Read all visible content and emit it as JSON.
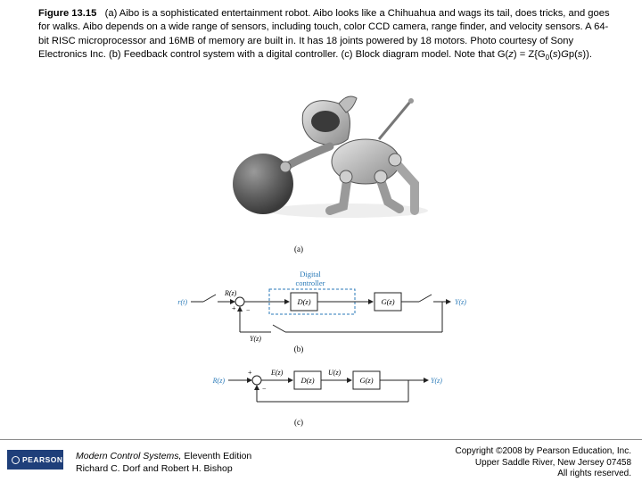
{
  "caption": {
    "figure_label": "Figure 13.15",
    "text": "(a) Aibo is a sophisticated entertainment robot. Aibo looks like a Chihuahua and wags its tail, does tricks, and goes for walks. Aibo depends on a wide range of sensors, including touch, color CCD camera, range finder, and velocity sensors. A 64-bit RISC microprocessor and 16MB of memory are built in. It has 18 joints powered by 18 motors. Photo courtesy of Sony Electronics Inc. (b) Feedback control system with a digital controller. (c) Block diagram model. Note that ",
    "formula": "G(z) = Z{G0(s)Gp(s)}."
  },
  "panels": {
    "a": "(a)",
    "b": "(b)",
    "c": "(c)"
  },
  "diagram_b": {
    "controller_label_line1": "Digital",
    "controller_label_line2": "controller",
    "input": "r(t)",
    "input_sampled": "R(z)",
    "controller_block": "D(z)",
    "plant_block": "G(z)",
    "output": "Y(z)",
    "feedback": "Y(z)",
    "plus": "+",
    "minus": "−"
  },
  "diagram_c": {
    "input": "R(z)",
    "error": "E(z)",
    "controller_block": "D(z)",
    "control": "U(z)",
    "plant_block": "G(z)",
    "output": "Y(z)",
    "plus": "+",
    "minus": "−"
  },
  "footer": {
    "logo": "PEARSON",
    "book_title": "Modern Control Systems,",
    "edition": "Eleventh Edition",
    "authors": "Richard C. Dorf and Robert H. Bishop",
    "copyright1": "Copyright ©2008 by Pearson Education, Inc.",
    "copyright2": "Upper Saddle River, New Jersey 07458",
    "copyright3": "All rights reserved."
  },
  "colors": {
    "accent": "#2a7ab8",
    "logo_bg": "#1f3f7a"
  }
}
